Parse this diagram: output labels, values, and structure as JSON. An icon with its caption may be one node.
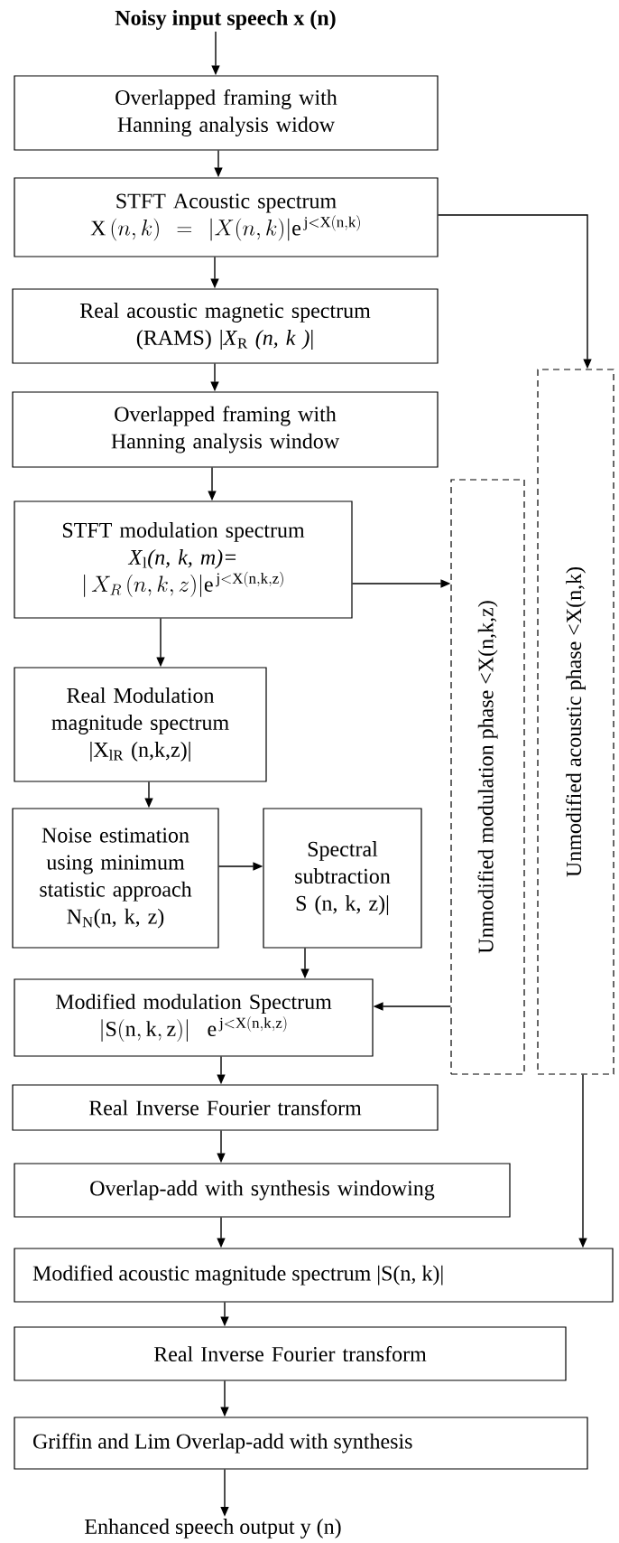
{
  "diagram": {
    "nodes": [
      {
        "text": [
          "Noisy input speech  x (n)"
        ]
      },
      {
        "text": [
          "Overlapped framing with Hanning analysis widow"
        ]
      },
      {
        "text": [
          "STFT Acoustic spectrum",
          "\\mathrm{X}\\,(n, k)= |X(n, k)|\\mathrm{e}^{\\,\\mathrm{j<X(n, k)}}"
        ]
      },
      {
        "text": [
          "Real acoustic magnetic spectrum",
          "(RAMS) |*X*$_{R}$ *(n, k )*|"
        ]
      },
      {
        "text": [
          "Overlapped framing with Hanning analysis window"
        ]
      },
      {
        "text": [
          "STFT modulation spectrum",
          "*X*$_{l}$*(n, k, m)=*",
          "|\\,X_{R}\\,(n, k, z)|\\mathrm{e}^{\\,\\mathrm{j<X(n, k, z)}}"
        ]
      },
      {
        "text": [
          "Real Modulation magnitude spectrum",
          "|X$_{lR}$ (n,k,z)|"
        ]
      },
      {
        "text": [
          "Noise estimation using minimum statistic approach",
          "N$_{N}$(n, k, z)"
        ]
      },
      {
        "text": [
          "Spectral subtraction",
          "S (n, k, z)|"
        ]
      },
      {
        "text": [
          "Modified modulation Spectrum",
          "|\\mathrm{S(n, k, z)}|\\;\\mathrm{e}^{\\,\\mathrm{j<X(n, k, z)}}"
        ]
      },
      {
        "text": [
          "Real Inverse Fourier transform"
        ]
      },
      {
        "text": [
          "Overlap-add with synthesis windowing"
        ]
      },
      {
        "text": [
          "Modified acoustic magnitude spectrum |S(n, k)|"
        ]
      },
      {
        "text": [
          "Real Inverse Fourier transform"
        ]
      },
      {
        "text": [
          "Griffin and Lim Overlap-add with synthesis"
        ]
      },
      {
        "text": [
          "Enhanced speech output y (n)"
        ]
      },
      {
        "text": [
          "Unmodified modulation phase  <X(n,k,z)"
        ]
      },
      {
        "text": [
          "Unmodified acoustic phase <X(n,k)"
        ]
      }
    ],
    "edges": [
      {
        "from": 0,
        "to": 1,
        "arrow": "to"
      },
      {
        "from": 1,
        "to": 2,
        "arrow": "to"
      },
      {
        "from": 2,
        "to": 3,
        "arrow": "to"
      },
      {
        "from": 3,
        "to": 4,
        "arrow": "to"
      },
      {
        "from": 4,
        "to": 5,
        "arrow": "to"
      },
      {
        "from": 2,
        "to": 17,
        "arrow": "to"
      },
      {
        "from": 5,
        "to": 16,
        "arrow": "to"
      },
      {
        "from": 5,
        "to": 6,
        "arrow": "to"
      },
      {
        "from": 6,
        "to": 7,
        "arrow": "to"
      },
      {
        "from": 7,
        "to": 8,
        "arrow": "to"
      },
      {
        "from": 8,
        "to": 9,
        "arrow": "to"
      },
      {
        "from": 16,
        "to": 9,
        "arrow": "to"
      },
      {
        "from": 9,
        "to": 10,
        "arrow": "to"
      },
      {
        "from": 10,
        "to": 11,
        "arrow": "to"
      },
      {
        "from": 11,
        "to": 12,
        "arrow": "to"
      },
      {
        "from": 17,
        "to": 12,
        "arrow": "to"
      },
      {
        "from": 12,
        "to": 13,
        "arrow": "to"
      },
      {
        "from": 13,
        "to": 14,
        "arrow": "to"
      },
      {
        "from": 14,
        "to": 15,
        "arrow": "to"
      }
    ]
  }
}
